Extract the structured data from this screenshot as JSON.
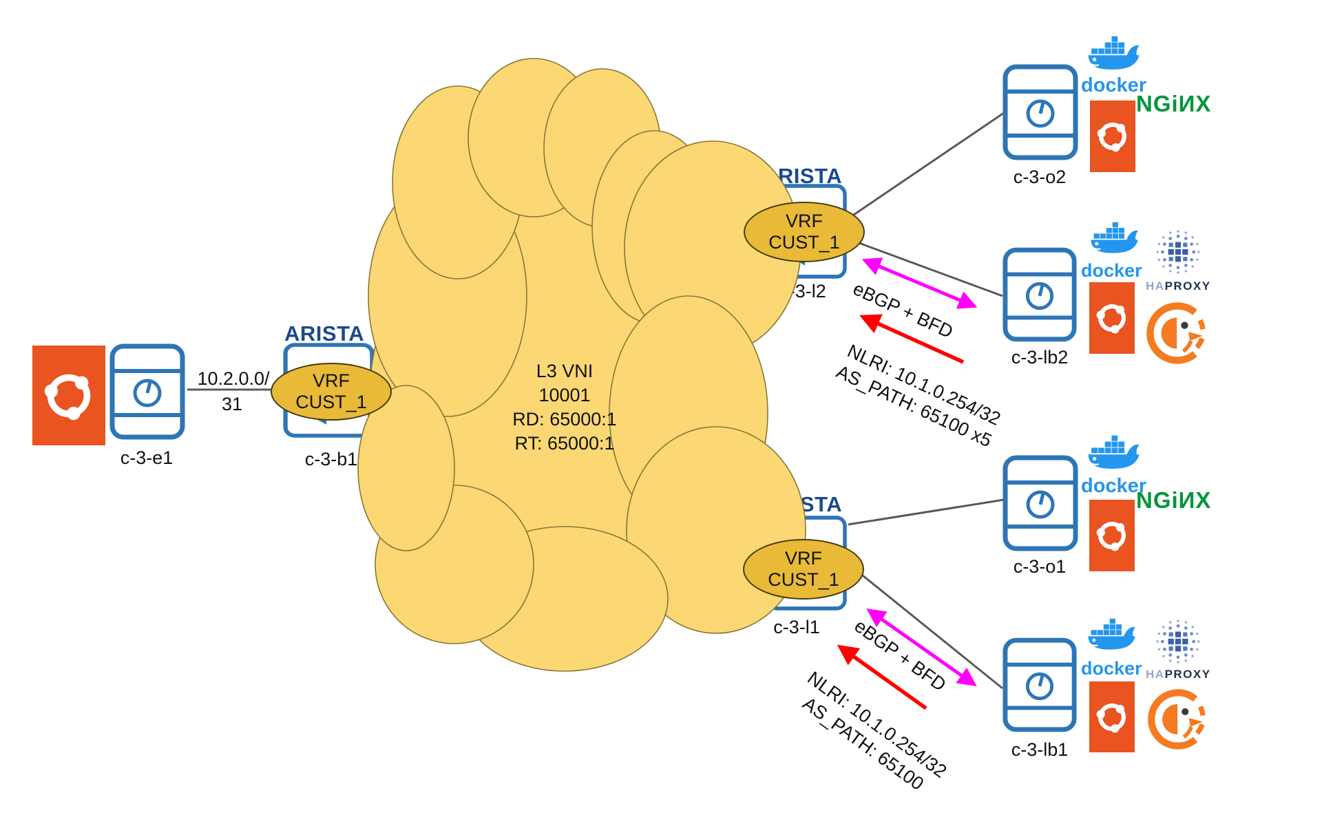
{
  "cloud": {
    "line1": "L3 VNI",
    "line2": "10001",
    "line3": "RD: 65000:1",
    "line4": "RT: 65000:1"
  },
  "vrf": {
    "line1": "VRF",
    "line2": "CUST_1"
  },
  "labels": {
    "e1": "c-3-e1",
    "b1": "c-3-b1",
    "l2": "c-3-l2",
    "l1": "c-3-l1",
    "o2": "c-3-o2",
    "lb2": "c-3-lb2",
    "o1": "c-3-o1",
    "lb1": "c-3-lb1"
  },
  "brands": {
    "arista": "ARISTA",
    "docker": "docker",
    "nginx": "NGiИX",
    "haproxy_ha": "HA",
    "haproxy_proxy": "PROXY"
  },
  "link_e1_b1": {
    "subnet": "10.2.0.0/",
    "mask": "31"
  },
  "top_annotation": {
    "ebgp": "eBGP + BFD",
    "nlri": "NLRI: 10.1.0.254/32",
    "aspath": "AS_PATH: 65100 x5"
  },
  "bottom_annotation": {
    "ebgp": "eBGP + BFD",
    "nlri": "NLRI: 10.1.0.254/32",
    "aspath": "AS_PATH: 65100"
  },
  "icons": {
    "server-icon": "blue rack server with power dial",
    "switch-icon": "blue square with bidirectional arrows",
    "cloud-shape": "yellow EVPN overlay cloud",
    "ubuntu-logo": "white circle of friends on orange",
    "docker-logo": "blue whale with containers",
    "nginx-logo": "green NGINX wordmark",
    "haproxy-logo": "dotted sphere with HAPROXY wordmark",
    "bird-logo": "orange BIRD routing daemon bird head"
  },
  "colors": {
    "cloud_fill": "#FBD873",
    "cloud_stroke": "#877636",
    "vrf_oval": "#E8BA37",
    "arista_blue": "#1B4A8A",
    "switch_blue": "#2E75B6",
    "ubuntu_orange": "#E95420",
    "docker_blue": "#2496ED",
    "nginx_green": "#009639",
    "haproxy_navy": "#22304F",
    "haproxy_sphere": "#3D5FA8",
    "bird_orange": "#F47B20",
    "link_gray": "#595959",
    "ebgp_magenta": "#FF00FF",
    "nlri_red": "#FF0000"
  }
}
